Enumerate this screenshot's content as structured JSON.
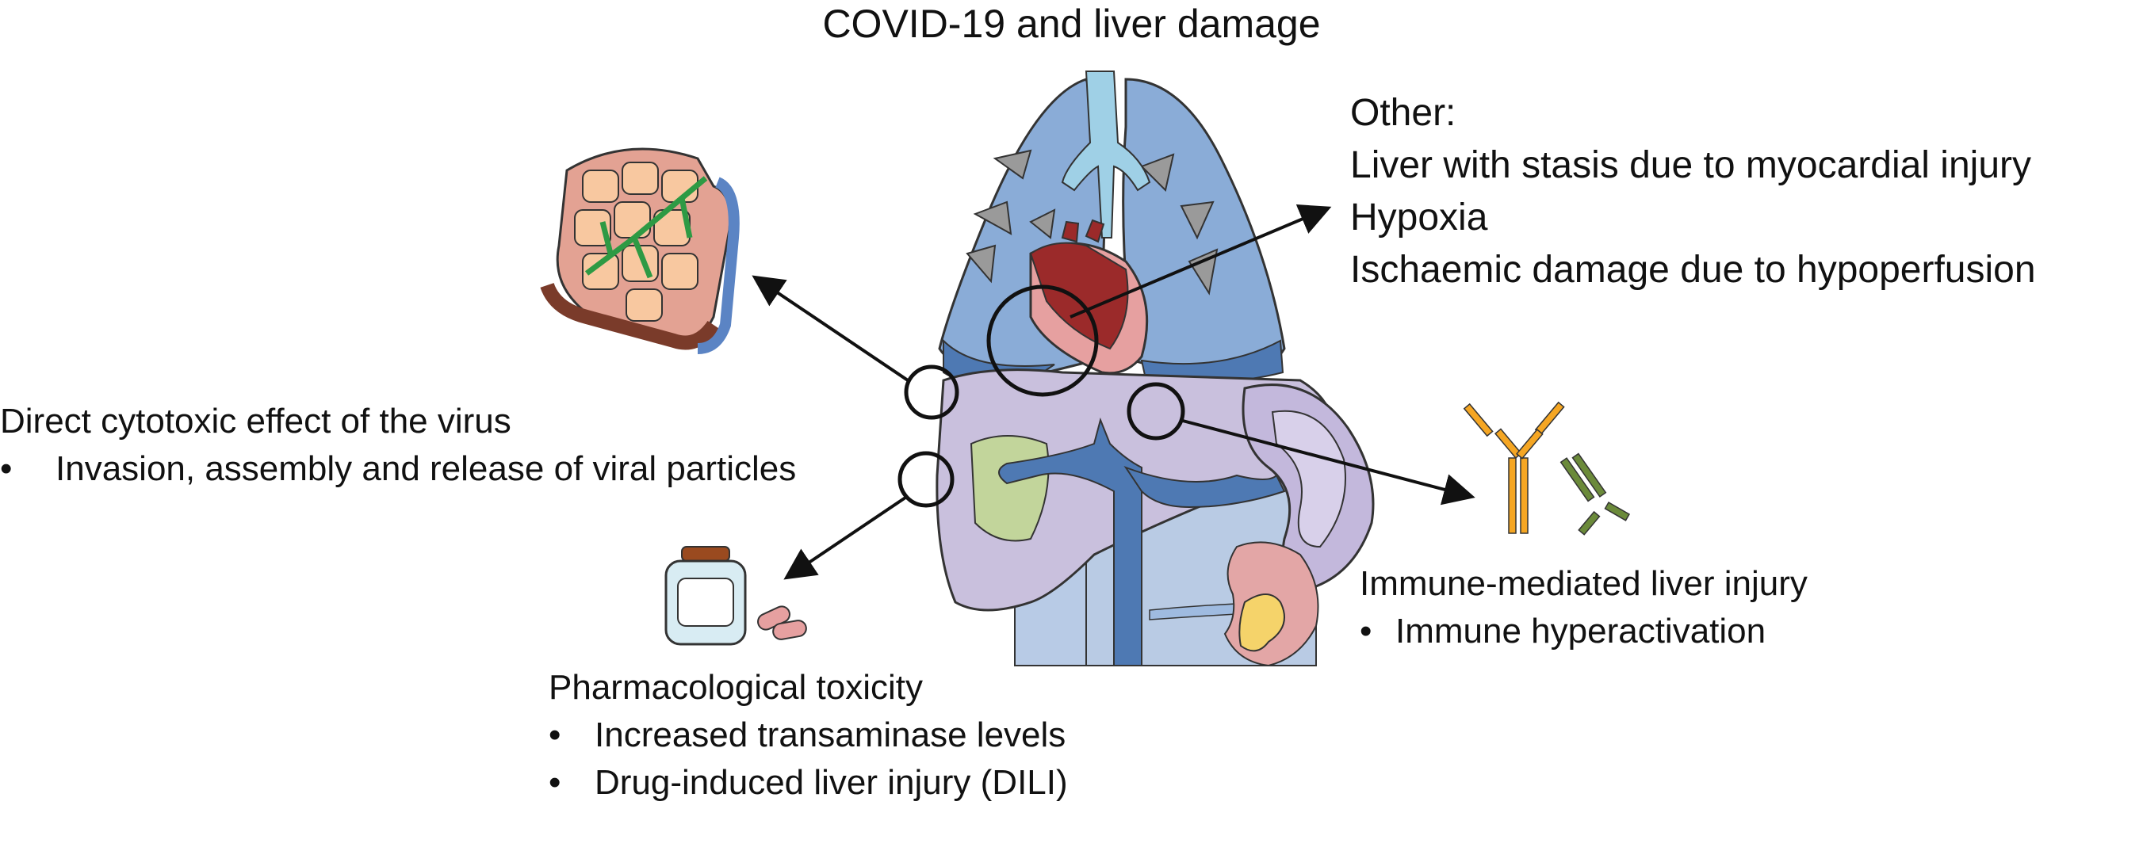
{
  "title": "COVID-19 and liver damage",
  "other": {
    "heading": "Other:",
    "items": [
      "Liver with stasis due to myocardial injury",
      "Hypoxia",
      "Ischaemic damage due to hypoperfusion"
    ]
  },
  "direct": {
    "heading": "Direct cytotoxic effect of the virus",
    "bullets": [
      "Invasion, assembly and release of viral particles"
    ]
  },
  "immune": {
    "heading": "Immune-mediated liver injury",
    "bullets": [
      "Immune hyperactivation"
    ]
  },
  "pharma": {
    "heading": "Pharmacological toxicity",
    "bullets": [
      "Increased transaminase levels",
      "Drug-induced liver injury (DILI)"
    ]
  }
}
